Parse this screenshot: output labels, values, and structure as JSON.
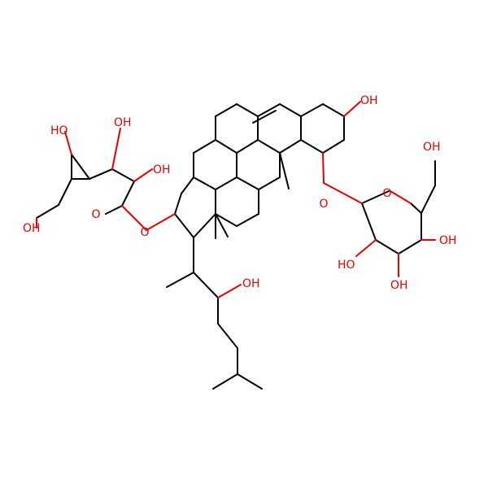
{
  "colors": {
    "carbon_bond": "#000000",
    "oxygen": "#e60000",
    "background": "#ffffff"
  },
  "labels": {
    "oh_steroid_c3": "OH",
    "oh_side_chain": "OH",
    "o_ether_left": "O",
    "o_ether_right": "O",
    "o_ring_left": "O",
    "o_ring_right": "O",
    "oh_left_top": "OH",
    "oh_left_top2": "HO",
    "oh_left_mid": "OH",
    "oh_left_ch2": "OH",
    "oh_right_ch2": "OH",
    "oh_right_c4": "OH",
    "oh_right_c3": "OH",
    "oh_right_c2": "HO"
  }
}
